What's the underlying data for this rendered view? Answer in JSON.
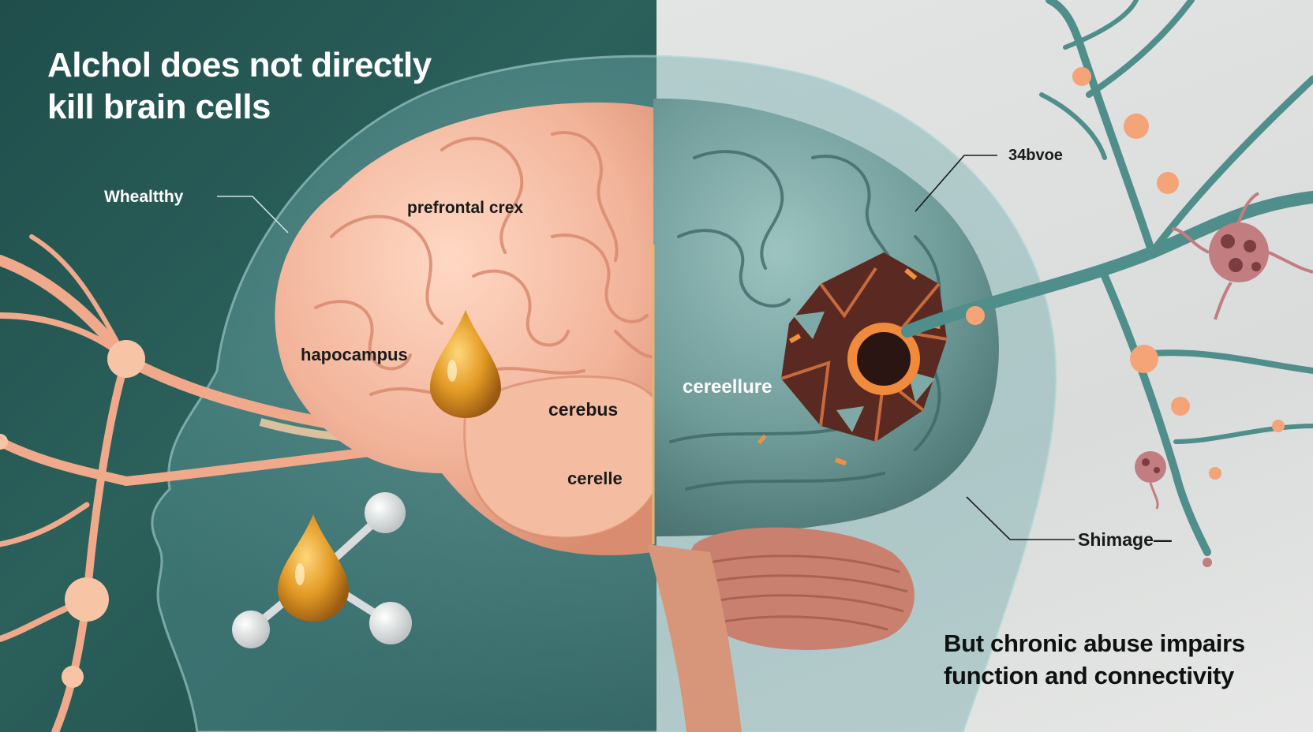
{
  "headline": {
    "line1": "Alchol does not directly",
    "line2": "kill brain cells"
  },
  "labels": {
    "healthy": "Whealtthy",
    "prefrontal": "prefrontal crex",
    "hippocampus": "hapocampus",
    "cerebus": "cerebus",
    "cerelle": "cerelle",
    "cerellure": "cereellure",
    "top_right": "34bvoe",
    "damage": "Shimage—"
  },
  "caption": {
    "line1": "But chronic abuse impairs",
    "line2": "function and connectivity"
  },
  "colors": {
    "left_bg": "#1f4e4b",
    "right_bg": "#e3e5e4",
    "healthy_tissue": "#f2b49a",
    "damaged_tissue": "#6f9b99",
    "neuron_teal": "#4f8e8a",
    "neuron_peach": "#f0a98a",
    "alcohol_amber": "#d9891f"
  }
}
